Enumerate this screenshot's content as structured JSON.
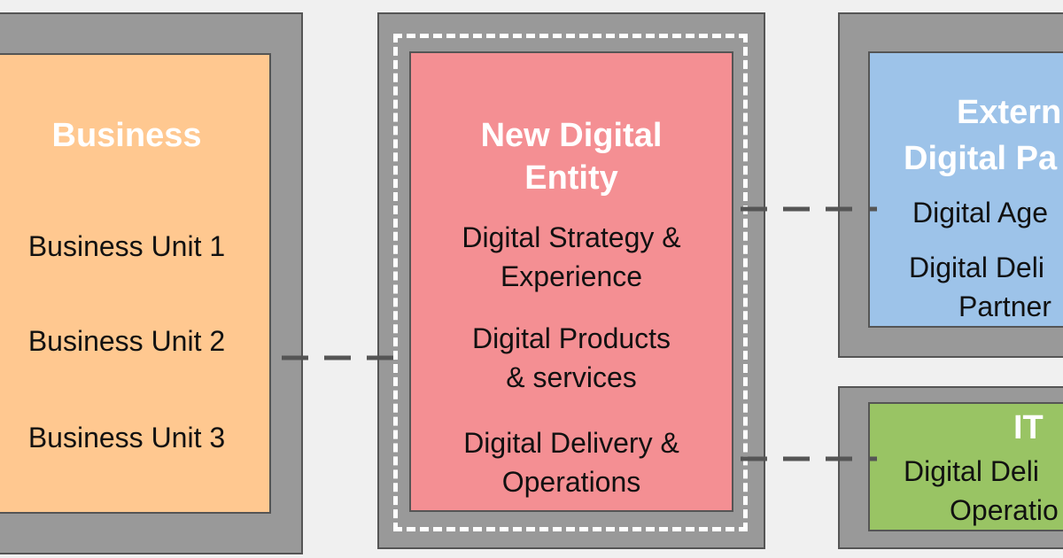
{
  "colors": {
    "business": "#ffc890",
    "digital_entity": "#f48f93",
    "external": "#9dc3e9",
    "it": "#99c464",
    "frame": "#999999"
  },
  "business": {
    "title": "Business",
    "items": [
      "Business Unit 1",
      "Business Unit 2",
      "Business Unit 3"
    ]
  },
  "entity": {
    "title_line1": "New Digital",
    "title_line2": "Entity",
    "items": [
      {
        "line1": "Digital Strategy &",
        "line2": "Experience"
      },
      {
        "line1": "Digital Products",
        "line2": "& services"
      },
      {
        "line1": "Digital Delivery &",
        "line2": "Operations"
      }
    ]
  },
  "external": {
    "title_line1": "Extern",
    "title_line2": "Digital Pa",
    "items": [
      {
        "line1": "Digital Age",
        "line2": ""
      },
      {
        "line1": "Digital Deli",
        "line2": "Partner"
      }
    ]
  },
  "it": {
    "title": "IT",
    "item_line1": "Digital Deli",
    "item_line2": "Operatio"
  }
}
